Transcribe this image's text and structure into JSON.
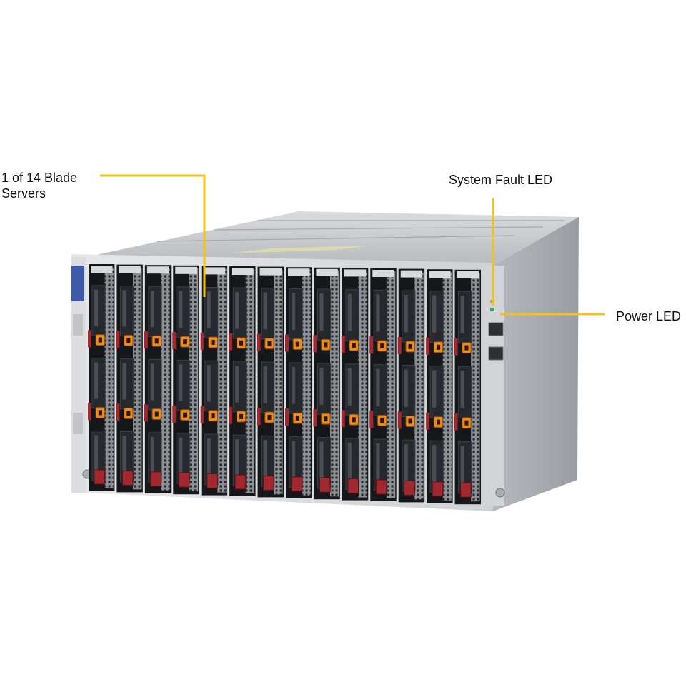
{
  "annotations": {
    "blade_servers": {
      "line1": "1 of 14 Blade",
      "line2": "Servers"
    },
    "system_fault_led": "System Fault LED",
    "power_led": "Power LED"
  },
  "enclosure": {
    "blade_count": 14
  },
  "colors": {
    "callout_line": "#f2c21a",
    "handle_orange": "#f08a1c",
    "latch_red": "#a0282e",
    "chassis_silver": "#c9ccd0",
    "blade_black": "#15171a"
  }
}
